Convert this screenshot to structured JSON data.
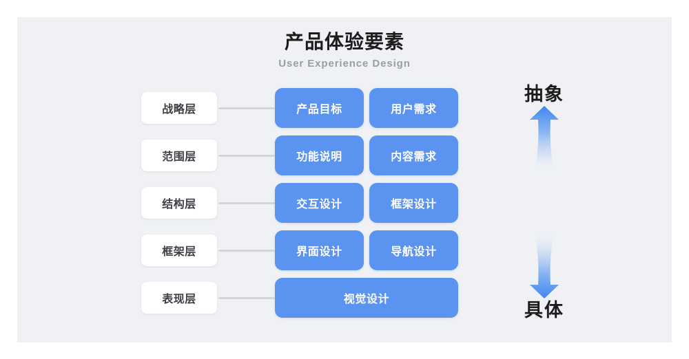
{
  "header": {
    "title": "产品体验要素",
    "subtitle": "User Experience Design"
  },
  "colors": {
    "canvas_bg": "#eff1f5",
    "card_blue": "#5b93f0",
    "pill_bg": "#ffffff",
    "connector": "#d3d5d9",
    "title_text": "#1c1c1c",
    "subtitle_text": "#9a9da3",
    "pill_text": "#3c3f45",
    "card_text": "#ffffff"
  },
  "layers": [
    {
      "level": "战略层",
      "cards": [
        "产品目标",
        "用户需求"
      ]
    },
    {
      "level": "范围层",
      "cards": [
        "功能说明",
        "内容需求"
      ]
    },
    {
      "level": "结构层",
      "cards": [
        "交互设计",
        "框架设计"
      ]
    },
    {
      "level": "框架层",
      "cards": [
        "界面设计",
        "导航设计"
      ]
    },
    {
      "level": "表现层",
      "cards": [
        "视觉设计"
      ]
    }
  ],
  "axis": {
    "top_label": "抽象",
    "bottom_label": "具体",
    "up_arrow_icon": "arrow-up-icon",
    "down_arrow_icon": "arrow-down-icon"
  }
}
